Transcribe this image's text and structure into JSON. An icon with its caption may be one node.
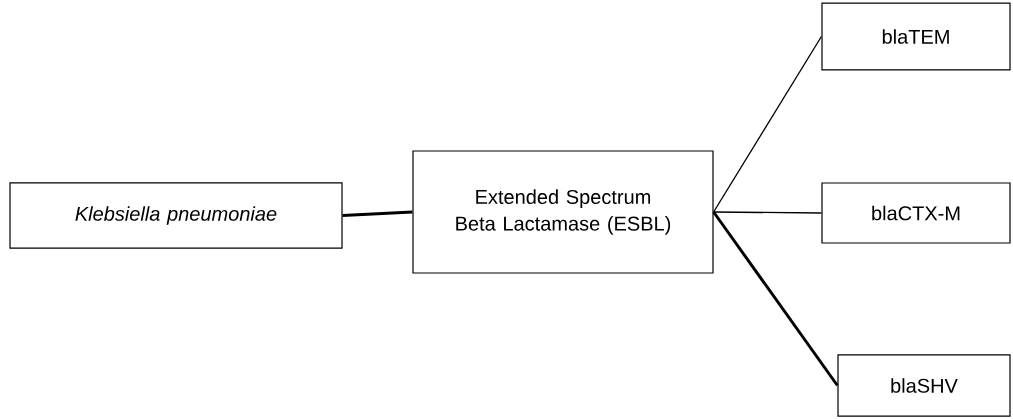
{
  "diagram": {
    "nodes": [
      {
        "text": [
          "Klebsiella pneumoniae"
        ]
      },
      {
        "text": [
          "Extended Spectrum Beta Lactamase (ESBL)"
        ]
      },
      {
        "text": [
          "blaTEM"
        ]
      },
      {
        "text": [
          "blaCTX-M"
        ]
      },
      {
        "text": [
          "blaSHV"
        ]
      }
    ],
    "edges": [
      {
        "from": 0,
        "to": 1,
        "arrow": "none",
        "style": "thick"
      },
      {
        "from": 1,
        "to": 2,
        "arrow": "none"
      },
      {
        "from": 1,
        "to": 3,
        "arrow": "none"
      },
      {
        "from": 1,
        "to": 4,
        "arrow": "none",
        "style": "thick"
      }
    ]
  }
}
